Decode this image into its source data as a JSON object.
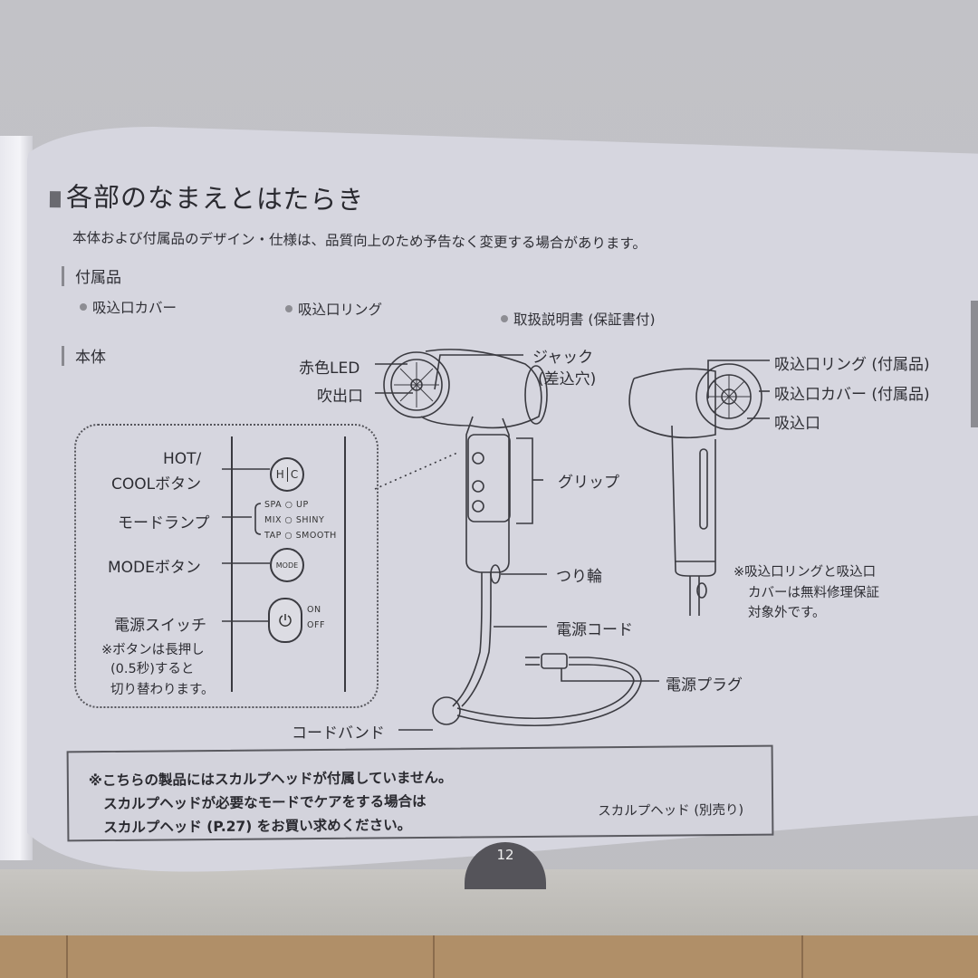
{
  "heading": {
    "title": "各部のなまえとはたらき",
    "subtitle": "本体および付属品のデザイン・仕様は、品質向上のため予告なく変更する場合があります。"
  },
  "accessories": {
    "section_label": "付属品",
    "items": [
      "吸込口カバー",
      "吸込口リング",
      "取扱説明書 (保証書付)"
    ]
  },
  "body": {
    "section_label": "本体",
    "front_labels": {
      "red_led": "赤色LED",
      "outlet": "吹出口",
      "jack": "ジャック",
      "jack_sub": "(差込穴)",
      "grip": "グリップ",
      "hanging_ring": "つり輪",
      "power_cord": "電源コード",
      "power_plug": "電源プラグ",
      "cord_band": "コードバンド"
    },
    "rear_labels": {
      "intake_ring": "吸込口リング (付属品)",
      "intake_cover": "吸込口カバー (付属品)",
      "intake": "吸込口"
    },
    "rear_note": [
      "※吸込口リングと吸込口",
      "カバーは無料修理保証",
      "対象外です。"
    ]
  },
  "control_panel": {
    "hot_cool_label_1": "HOT/",
    "hot_cool_label_2": "COOLボタン",
    "hot_cool_button": {
      "left": "H",
      "right": "C"
    },
    "mode_lamp_label": "モードランプ",
    "lamps": [
      {
        "left": "SPA",
        "right": "UP"
      },
      {
        "left": "MIX",
        "right": "SHINY"
      },
      {
        "left": "TAP",
        "right": "SMOOTH"
      }
    ],
    "mode_button_label": "MODEボタン",
    "mode_button_text": "MODE",
    "power_switch_label": "電源スイッチ",
    "power_on": "ON",
    "power_off": "OFF",
    "power_icon": "power-icon",
    "press_note": [
      "※ボタンは長押し",
      "(0.5秒)すると",
      "切り替わります。"
    ]
  },
  "callout": {
    "lines": [
      "※こちらの製品にはスカルプヘッドが付属していません。",
      "スカルプヘッドが必要なモードでケアをする場合は",
      "スカルプヘッド (P.27) をお買い求めください。"
    ],
    "scalp_head_caption": "スカルプヘッド (別売り)"
  },
  "page_number": "12",
  "colors": {
    "paper": "#d6d6df",
    "ink": "#2d2d33",
    "page_tab": "#55545a",
    "table_wood": "#b08f68"
  }
}
